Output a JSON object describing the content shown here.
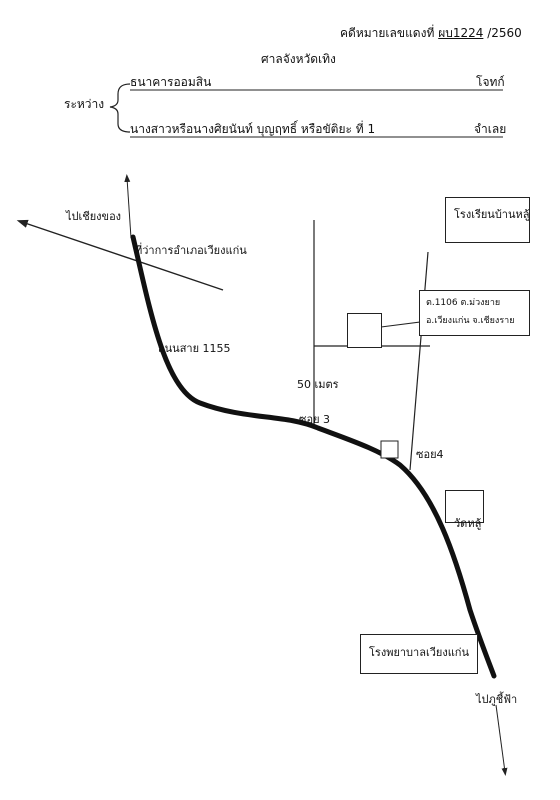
{
  "header": {
    "case_prefix": "คดีหมายเลขแดงที่",
    "case_code": "ผบ1224",
    "case_year": "/2560",
    "court": "ศาลจังหวัดเทิง",
    "between_label": "ระหว่าง",
    "plaintiff_name": "ธนาคารออมสิน",
    "plaintiff_role": "โจทก์",
    "defendant_name": "นางสาวหรือนางศิยนันท์ บุญฤทธิ์ หรือขัติยะ ที่ 1",
    "defendant_role": "จำเลย"
  },
  "map": {
    "to_chiang_khong": "ไปเชียงของ",
    "district_office": "ที่ว่าการอำเภอเวียงแก่น",
    "road_label": "ถนนสาย 1155",
    "distance": "50 เมตร",
    "soi3": "ซอย 3",
    "soi4": "ซอย4",
    "school": "โรงเรียนบ้านหลู้",
    "address_line1": "ต.1106 ต.ม่วงยาย",
    "address_line2": "อ.เวียงแก่น จ.เชียงราย",
    "temple": "วัดหลู้",
    "hospital": "โรงพยาบาลเวียงแก่น",
    "to_phu_chi_fa": "ไปภูชี้ฟ้า"
  }
}
